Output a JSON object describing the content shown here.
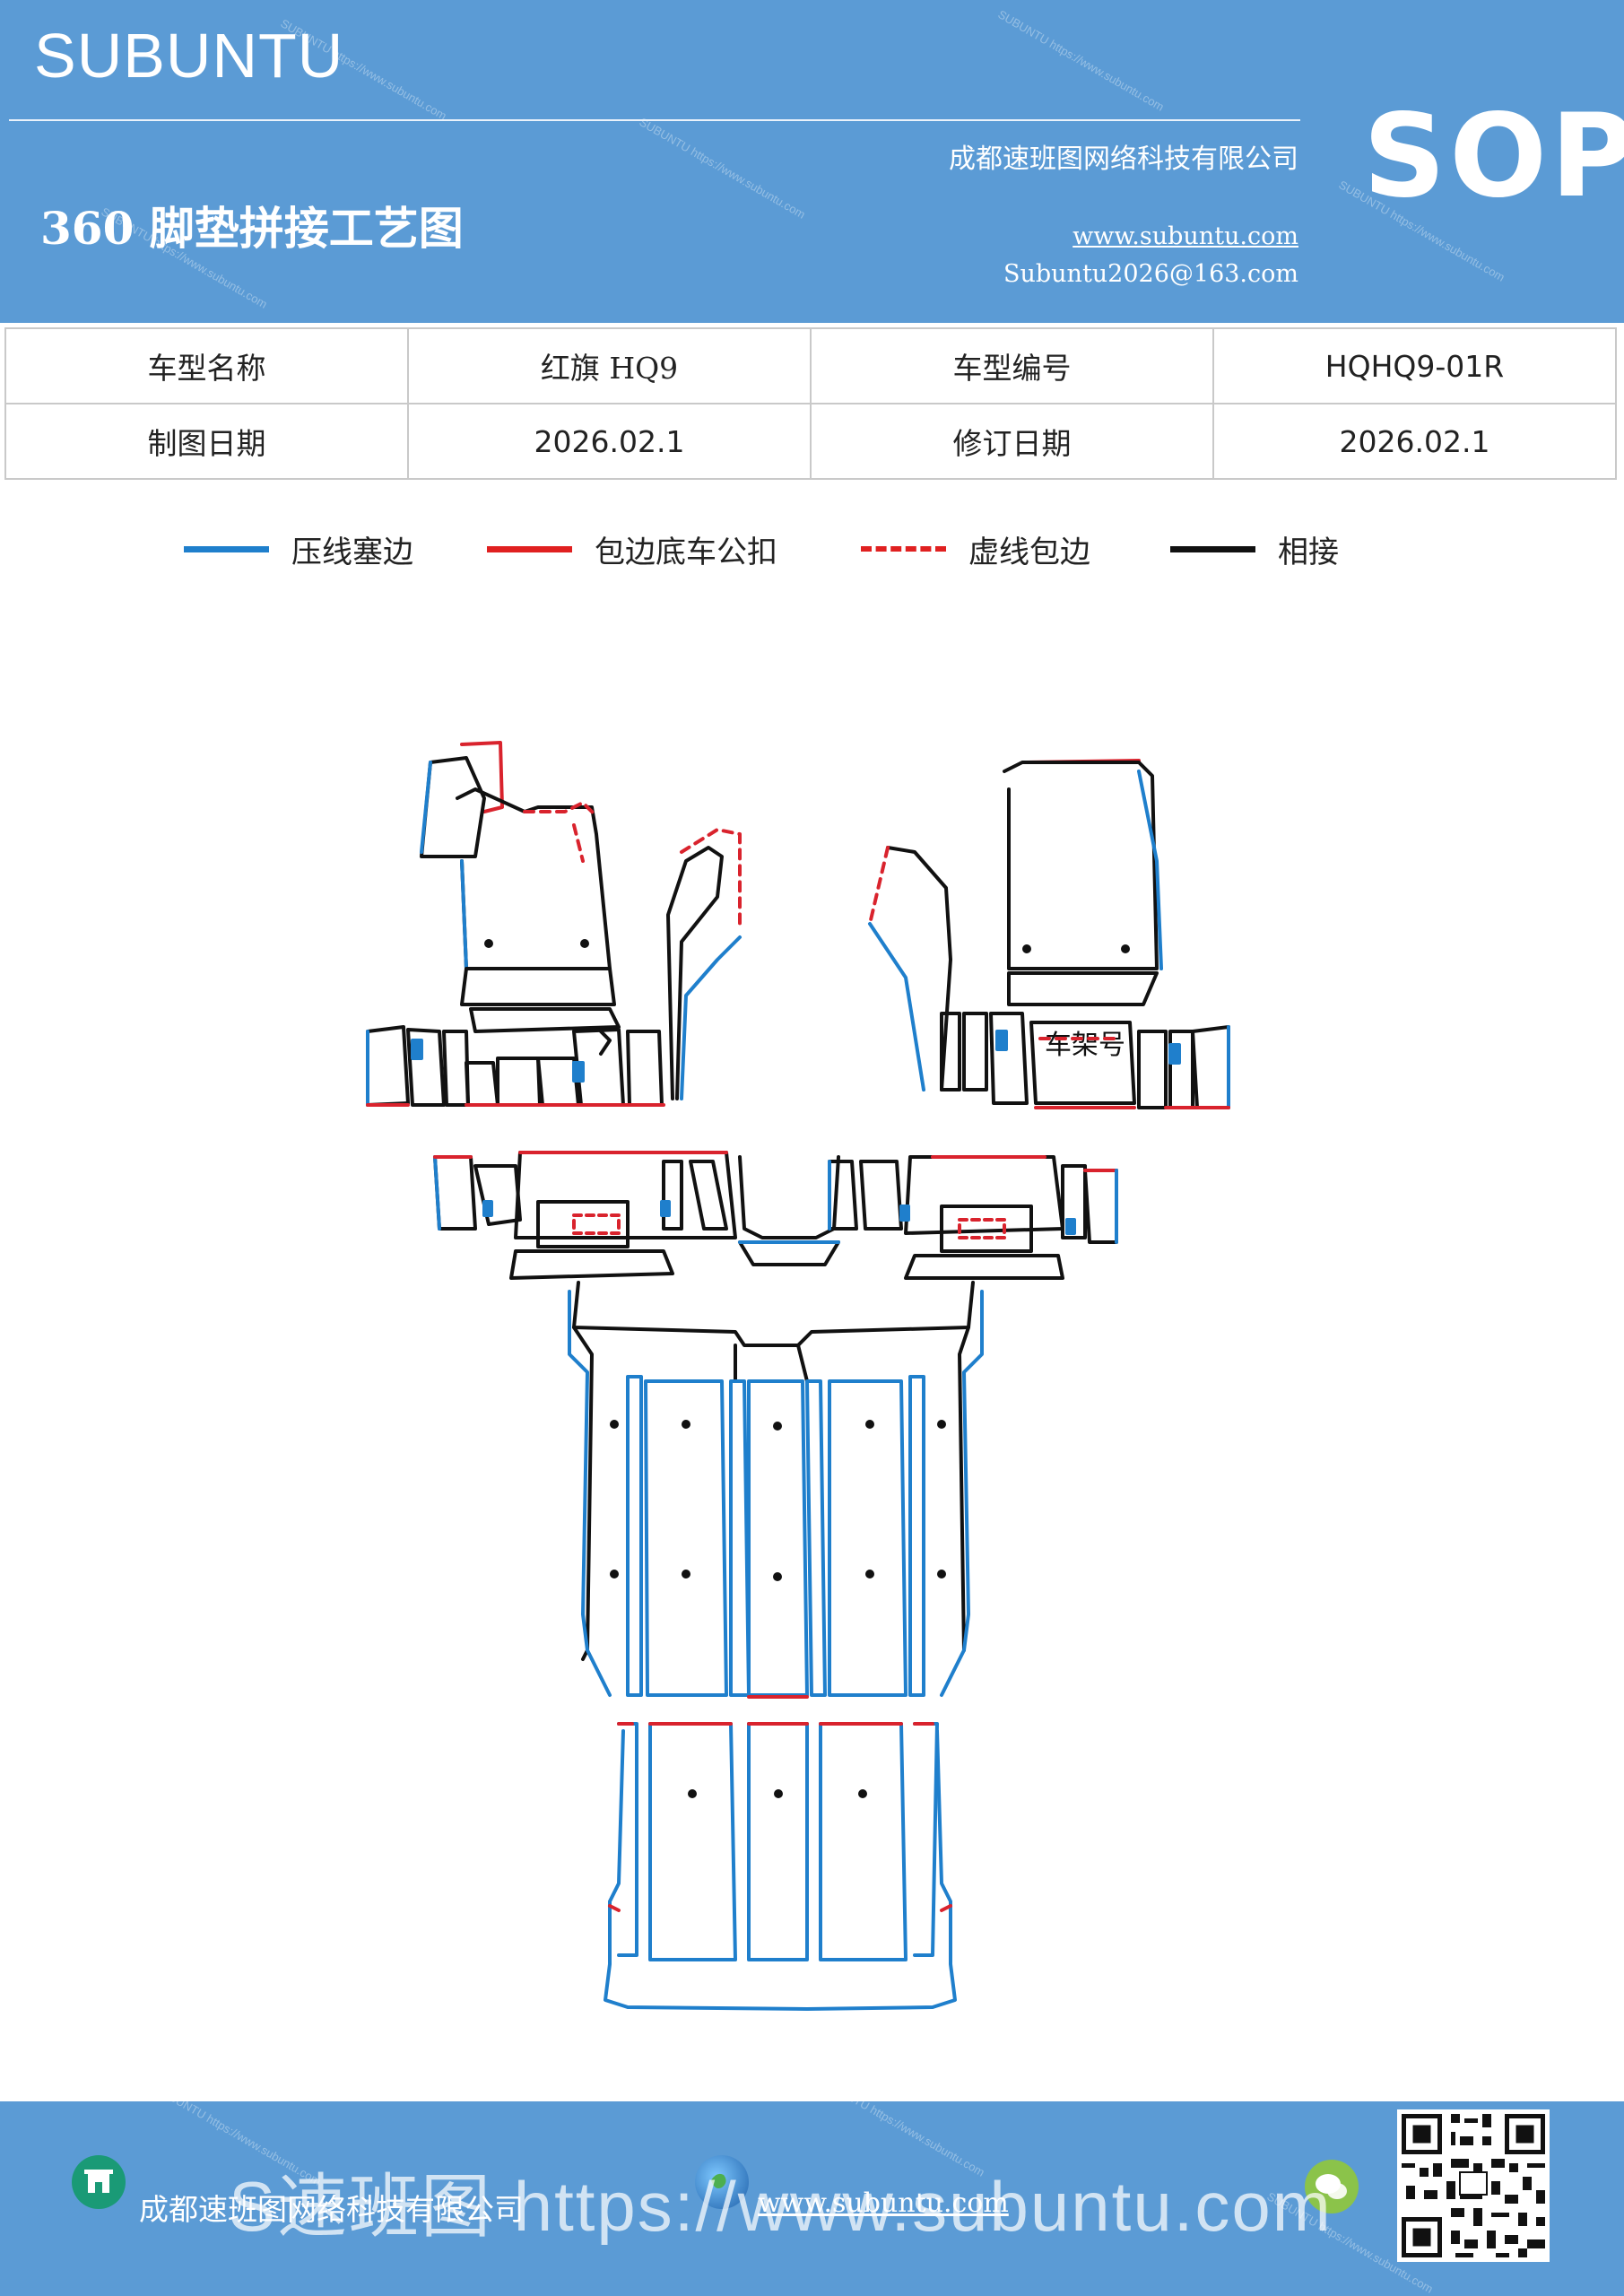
{
  "header": {
    "brand": "SUBUNTU",
    "doc_title": "360 脚垫拼接工艺图",
    "company": "成都速班图网络科技有限公司",
    "website": "www.subuntu.com",
    "email": "Subuntu2026@163.com",
    "badge": "SOP",
    "watermark": "SUBUNTU https://www.subuntu.com"
  },
  "info_table": {
    "rows": [
      {
        "label1": "车型名称",
        "value1": "红旗 HQ9",
        "label2": "车型编号",
        "value2": "HQHQ9-01R"
      },
      {
        "label1": "制图日期",
        "value1": "2026.02.1",
        "label2": "修订日期",
        "value2": "2026.02.1"
      }
    ]
  },
  "legend": [
    {
      "label": "压线塞边",
      "color": "#1f7fcc",
      "style": "solid"
    },
    {
      "label": "包边底车公扣",
      "color": "#e02020",
      "style": "solid"
    },
    {
      "label": "虚线包边",
      "color": "#e02020",
      "style": "dashed"
    },
    {
      "label": "相接",
      "color": "#111111",
      "style": "solid"
    }
  ],
  "diagram": {
    "frame_label": "车架号",
    "colors": {
      "blue": "#1f7fcc",
      "red": "#d9232d",
      "black": "#111111"
    }
  },
  "footer": {
    "company": "成都速班图网络科技有限公司",
    "website": "www.subuntu.com",
    "overlay": "S速班图 https://www.subuntu.com"
  },
  "icons": [
    "building-icon",
    "globe-icon",
    "wechat-icon",
    "qr-code"
  ]
}
